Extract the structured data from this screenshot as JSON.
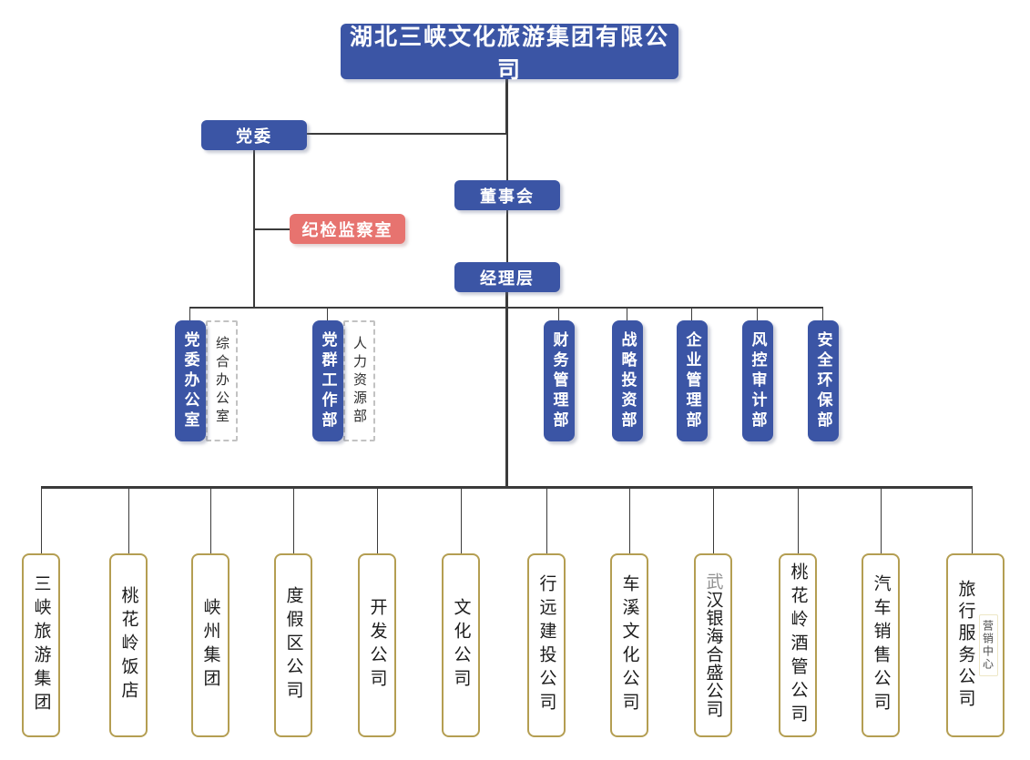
{
  "org_chart": {
    "title": "湖北三峡文化旅游集团有限公司",
    "party_committee": "党委",
    "discipline_office": "纪检监察室",
    "board_of_directors": "董事会",
    "management_layer": "经理层",
    "departments": [
      {
        "label": "党委办公室",
        "annex": "综合办公室"
      },
      {
        "label": "党群工作部",
        "annex": "人力资源部"
      },
      {
        "label": "财务管理部"
      },
      {
        "label": "战略投资部"
      },
      {
        "label": "企业管理部"
      },
      {
        "label": "风控审计部"
      },
      {
        "label": "安全环保部"
      }
    ],
    "subsidiaries": [
      {
        "label": "三峡旅游集团"
      },
      {
        "label": "桃花岭饭店"
      },
      {
        "label": "峡州集团"
      },
      {
        "label": "度假区公司"
      },
      {
        "label": "开发公司"
      },
      {
        "label": "文化公司"
      },
      {
        "label": "行远建投公司"
      },
      {
        "label": "车溪文化公司"
      },
      {
        "label": "武汉银海合盛公司"
      },
      {
        "label": "桃花岭酒管公司"
      },
      {
        "label": "汽车销售公司"
      },
      {
        "label": "旅行服务公司",
        "annex": "营销中心"
      }
    ],
    "colors": {
      "node_blue": "#3B55A5",
      "node_red": "#E7736F",
      "subsidiary_border_gold": "#B49E52",
      "connector_line": "#3B3B3B"
    }
  }
}
